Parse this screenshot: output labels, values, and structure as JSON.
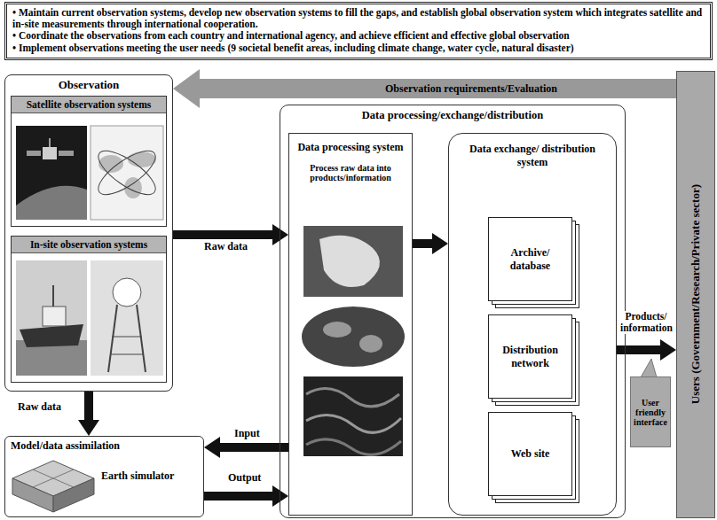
{
  "diagram": {
    "nodes": [
      {
        "text": [
          "• Maintain current observation systems, develop new observation systems to fill the gaps, and establish global observation system which integrates satellite and in-site measurements through international cooperation.",
          "• Coordinate the observations from each country and international agency, and achieve efficient and effective global observation",
          "• Implement observations meeting the user needs (9 societal benefit areas, including climate change, water cycle, natural disaster)"
        ]
      },
      {
        "text": [
          "Observation"
        ]
      },
      {
        "text": [
          "Satellite observation systems"
        ],
        "in": 1
      },
      {
        "text": [
          "In-site observation systems"
        ],
        "in": 1
      },
      {
        "text": [
          "Data processing/exchange/distribution"
        ]
      },
      {
        "text": [
          "Data processing system",
          "Process raw data into products/information"
        ],
        "in": 4
      },
      {
        "text": [
          "Data exchange/ distribution system"
        ],
        "in": 4
      },
      {
        "text": [
          "Archive/ database"
        ],
        "in": 6
      },
      {
        "text": [
          "Distribution network"
        ],
        "in": 6
      },
      {
        "text": [
          "Web site"
        ],
        "in": 6
      },
      {
        "text": [
          "Users (Government/Research/Private sector)"
        ]
      },
      {
        "text": [
          "Model/data assimilation",
          "Earth simulator"
        ]
      },
      {
        "text": [
          "User friendly interface"
        ]
      }
    ],
    "edges": [
      {
        "from": 1,
        "to": 5,
        "label": "Raw data",
        "arrow": "to"
      },
      {
        "from": 1,
        "to": 11,
        "label": "Raw data",
        "arrow": "to"
      },
      {
        "from": 5,
        "to": 11,
        "label": "Input",
        "arrow": "to"
      },
      {
        "from": 11,
        "to": 5,
        "label": "Output",
        "arrow": "to"
      },
      {
        "from": 5,
        "to": 6,
        "arrow": "to"
      },
      {
        "from": 6,
        "to": 10,
        "label": "Products/ information",
        "arrow": "to"
      },
      {
        "from": 10,
        "to": 1,
        "label": "Observation requirements/Evaluation",
        "arrow": "to"
      }
    ]
  }
}
